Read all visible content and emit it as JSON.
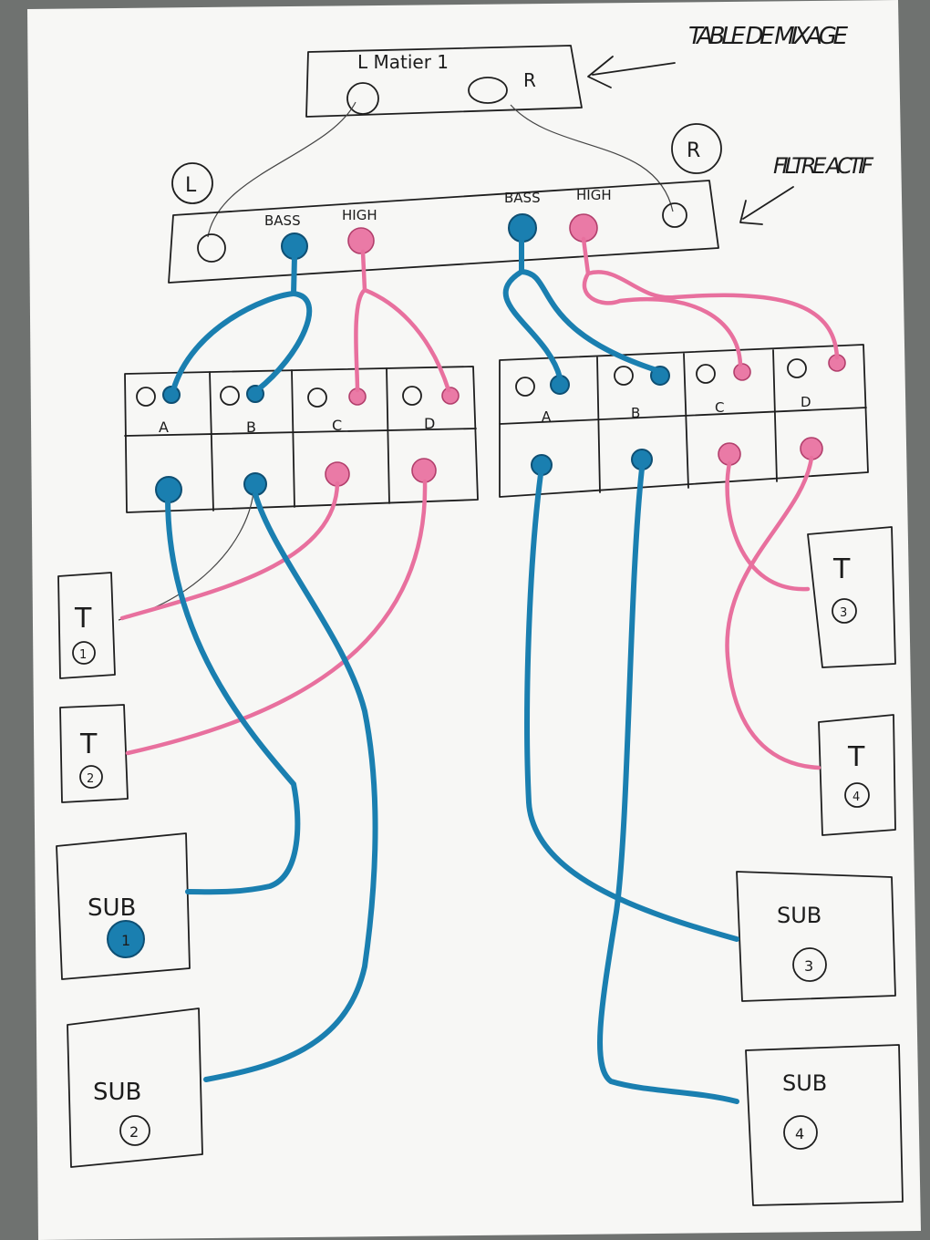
{
  "mixer": {
    "title": "L Matier 1",
    "left": "L",
    "right": "R"
  },
  "mixer_annotation": "TABLE DE MIXAGE",
  "filter_annotation": "FILTRE ACTIF",
  "filter": {
    "bass_label": "BASS",
    "high_label": "HIGH",
    "input_left": "L",
    "input_right": "R"
  },
  "amp_left": {
    "channels": [
      "A",
      "B",
      "C",
      "D"
    ]
  },
  "amp_right": {
    "channels": [
      "A",
      "B",
      "C",
      "D"
    ]
  },
  "tweeters": [
    {
      "label": "T",
      "number": "1"
    },
    {
      "label": "T",
      "number": "2"
    },
    {
      "label": "T",
      "number": "3"
    },
    {
      "label": "T",
      "number": "4"
    }
  ],
  "subs": [
    {
      "label": "SUB",
      "number": "1"
    },
    {
      "label": "SUB",
      "number": "2"
    },
    {
      "label": "SUB",
      "number": "3"
    },
    {
      "label": "SUB",
      "number": "4"
    }
  ],
  "colors": {
    "bass_cable": "#1a7fb0",
    "high_cable": "#e8709e",
    "paper": "#f7f7f5",
    "ink": "#1e1e1e"
  }
}
